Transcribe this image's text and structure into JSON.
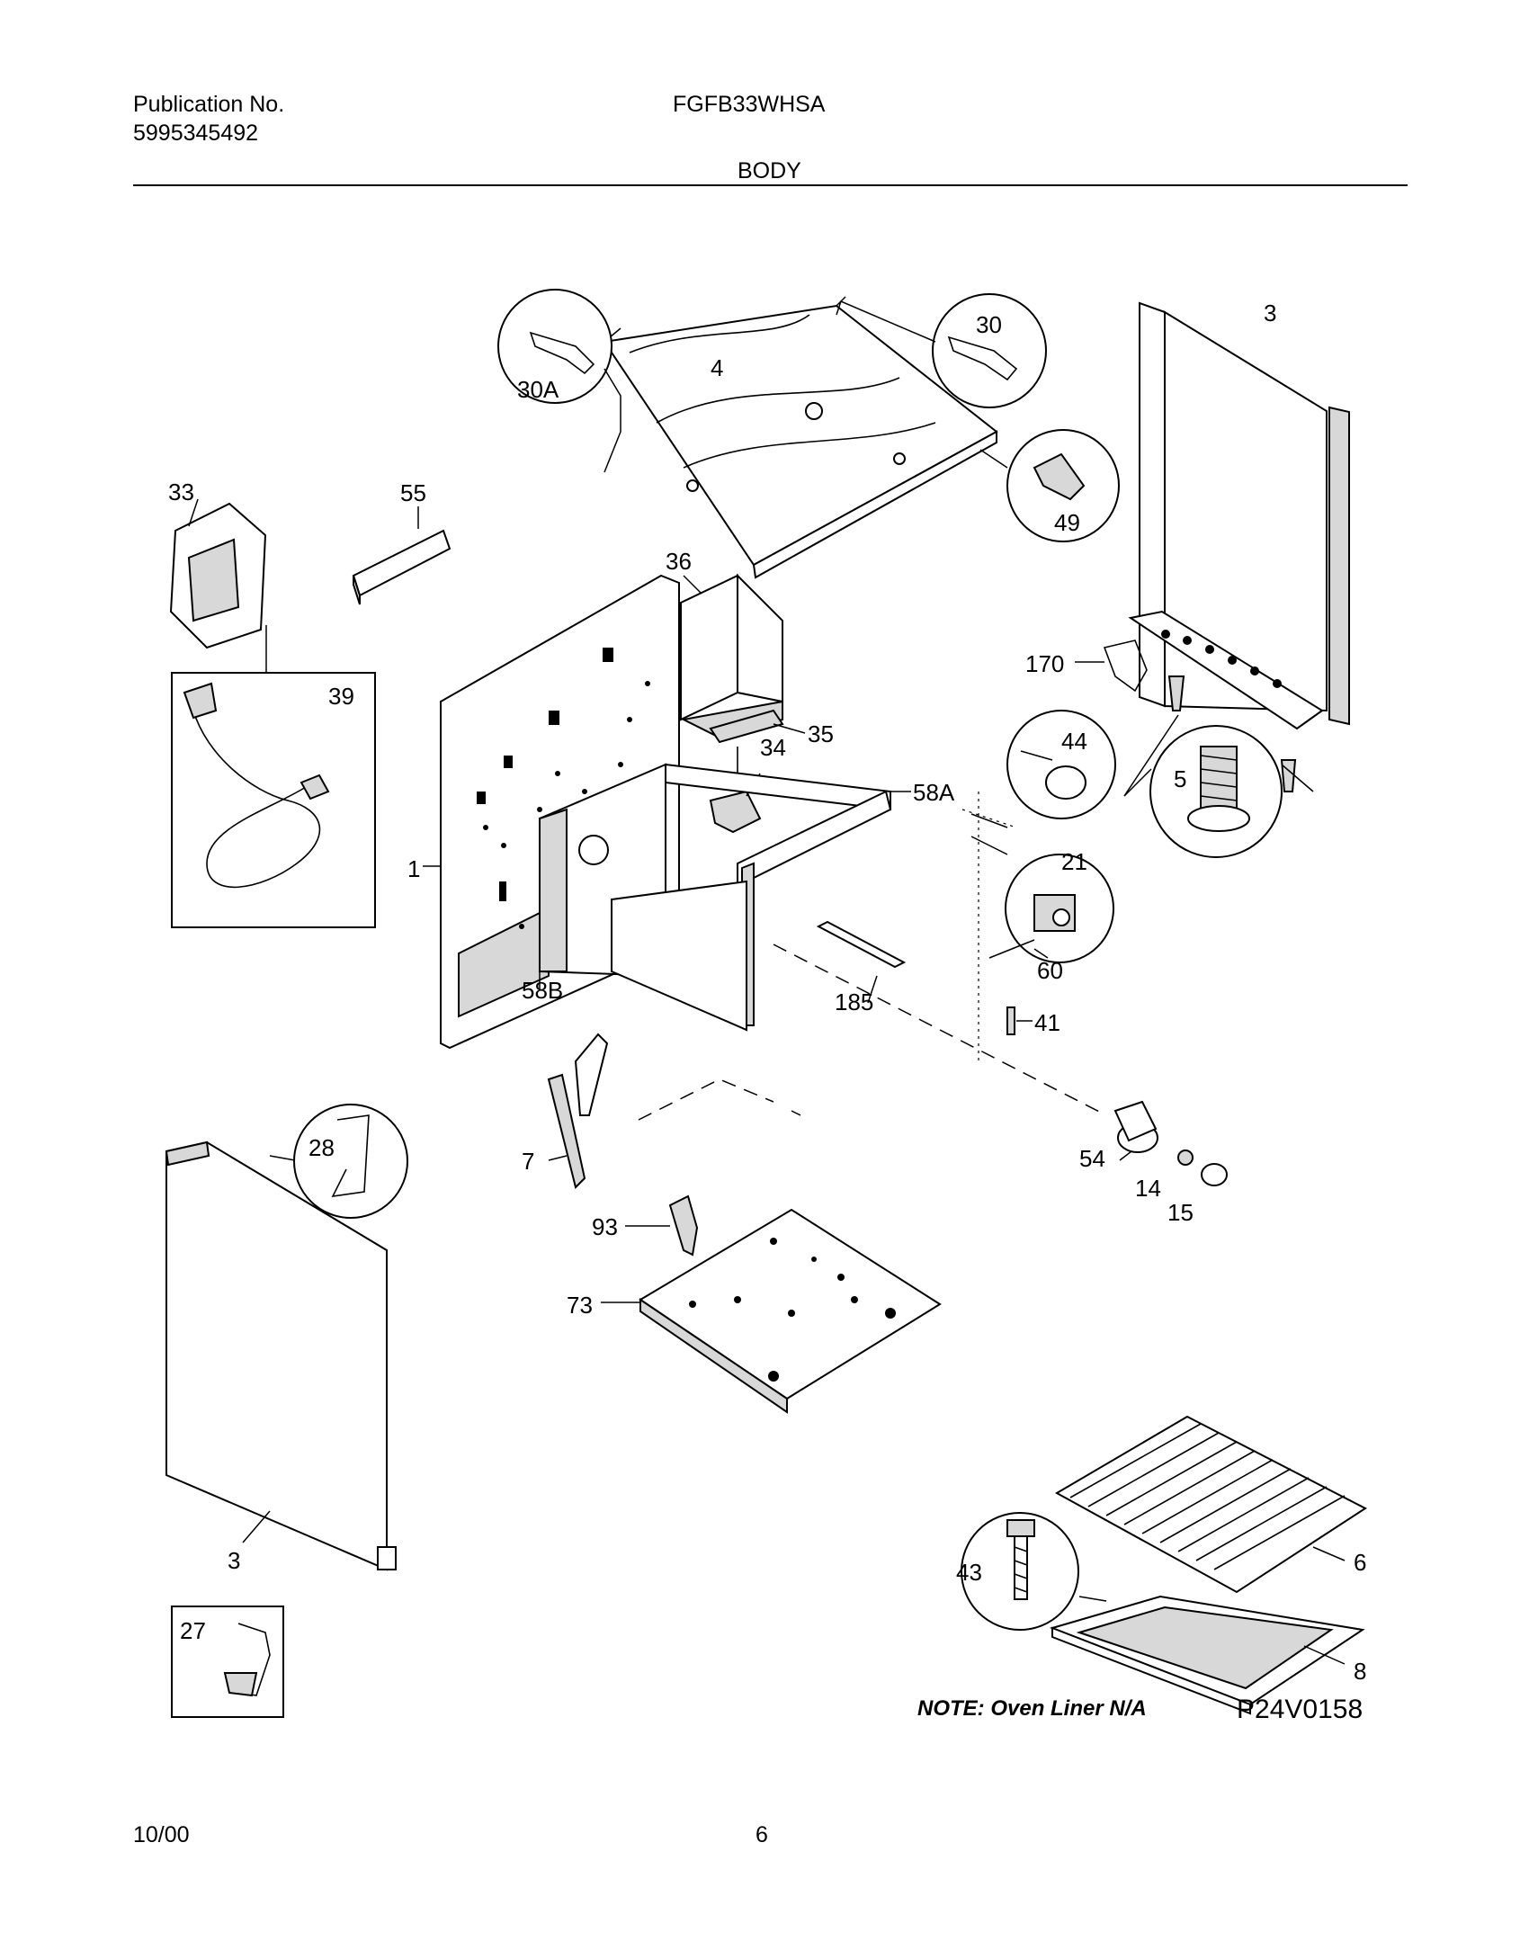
{
  "header": {
    "publication_label": "Publication No.",
    "publication_number": "5995345492",
    "model": "FGFB33WHSA",
    "section": "BODY"
  },
  "callouts": {
    "c1": "1",
    "c3_side": "3",
    "c3_left": "3",
    "c4": "4",
    "c5": "5",
    "c6": "6",
    "c7": "7",
    "c8": "8",
    "c14": "14",
    "c15": "15",
    "c21": "21",
    "c27": "27",
    "c28": "28",
    "c30": "30",
    "c30a": "30A",
    "c33": "33",
    "c34": "34",
    "c35": "35",
    "c36": "36",
    "c39": "39",
    "c41": "41",
    "c43": "43",
    "c44": "44",
    "c49": "49",
    "c54": "54",
    "c55": "55",
    "c58a": "58A",
    "c58b": "58B",
    "c60": "60",
    "c73": "73",
    "c93": "93",
    "c170": "170",
    "c185": "185"
  },
  "note": "NOTE: Oven Liner N/A",
  "diagram_code": "P24V0158",
  "footer": {
    "date": "10/00",
    "page": "6"
  }
}
